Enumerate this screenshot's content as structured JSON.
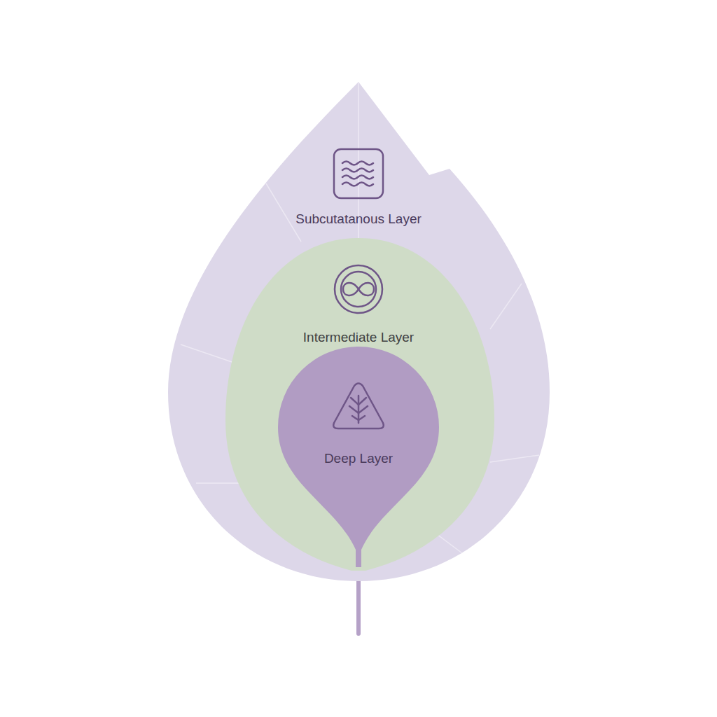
{
  "diagram": {
    "nodes": [
      {
        "text": [
          "Subcutatanous Layer"
        ]
      },
      {
        "text": [
          "Intermediate Layer"
        ],
        "in": 0
      },
      {
        "text": [
          "Deep Layer"
        ],
        "in": 1
      }
    ]
  }
}
